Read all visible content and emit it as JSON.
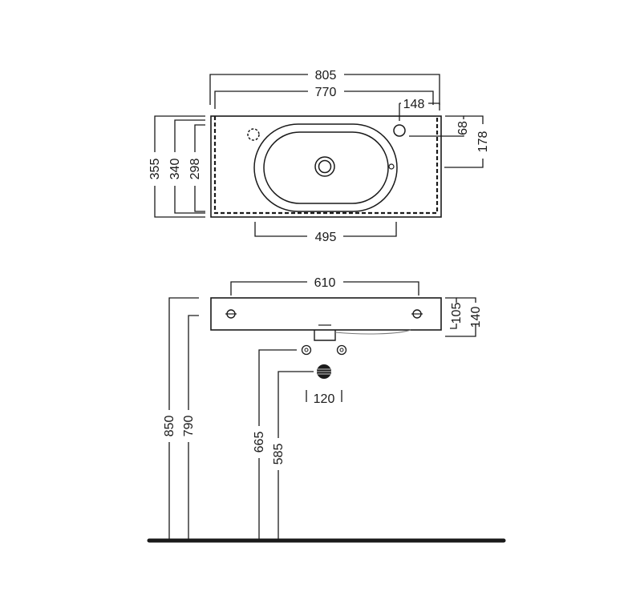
{
  "top_view": {
    "overall_width": "805",
    "inner_width": "770",
    "tap_hole_offset": "148",
    "tap_hole_from_back": "68",
    "tap_hole_depth": "178",
    "overall_depth": "355",
    "depth_340": "340",
    "depth_298": "298",
    "bowl_width": "495"
  },
  "front_view": {
    "fixing_width": "610",
    "slab_height_105": "105",
    "slab_height_140": "140",
    "waste_spacing": "120",
    "height_850": "850",
    "height_790": "790",
    "height_665": "665",
    "height_585": "585"
  }
}
